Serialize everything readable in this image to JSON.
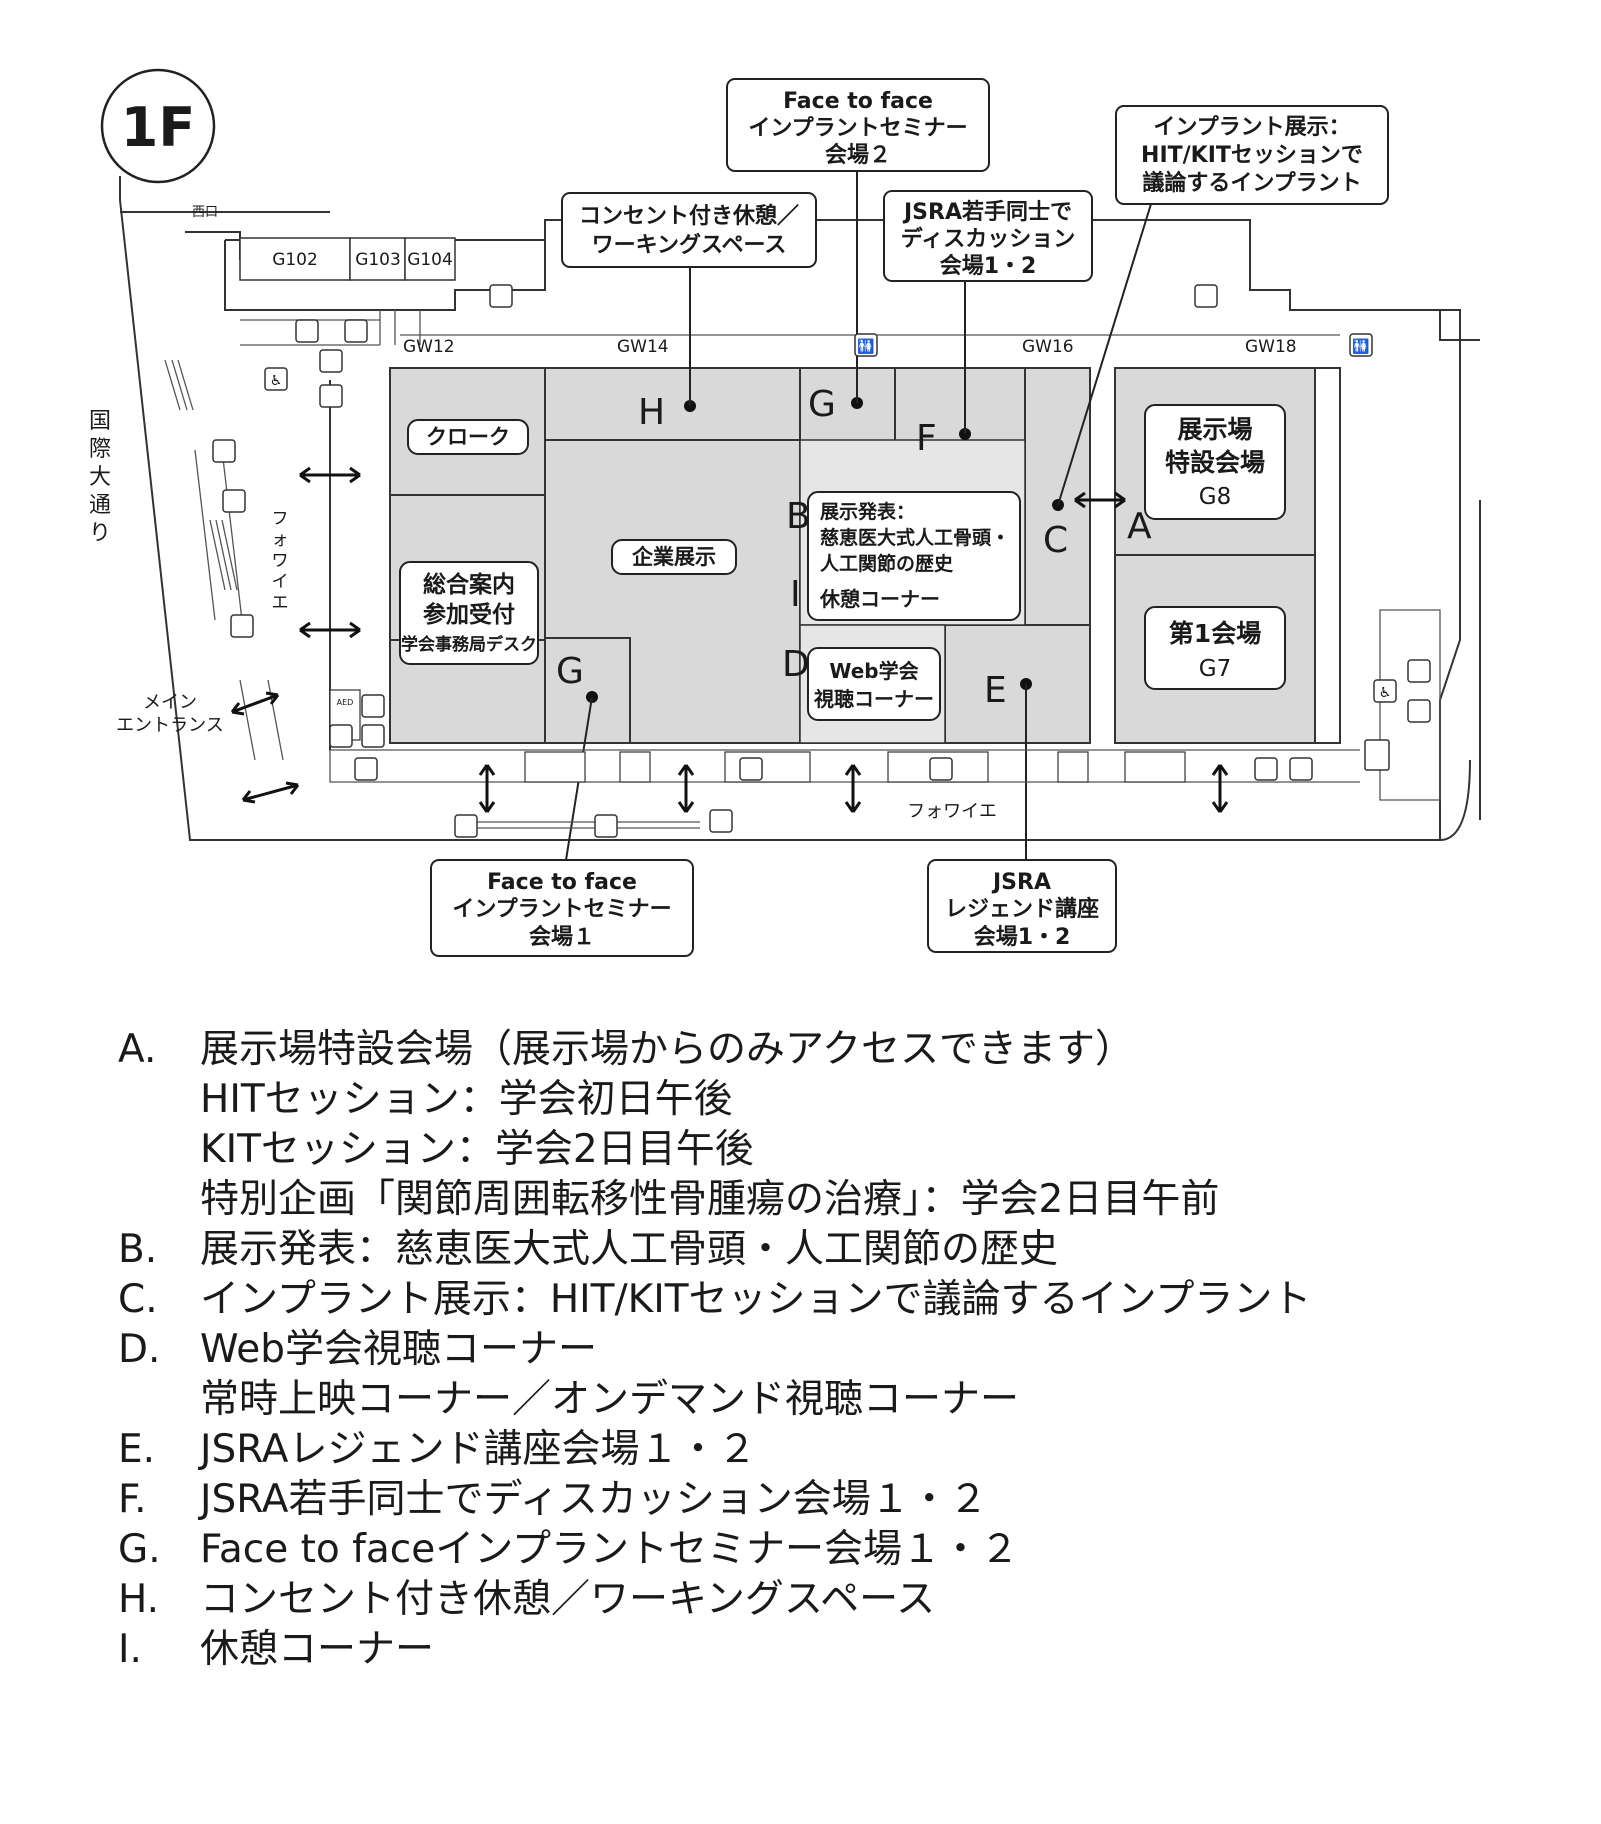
{
  "floor": "1F",
  "rooms": {
    "g102": "G102",
    "g103": "G103",
    "g104": "G104",
    "gw12": "GW12",
    "gw14": "GW14",
    "gw16": "GW16",
    "gw18": "GW18",
    "west_exit": "西口",
    "street": "国際大通り",
    "foyer_v": "フォワイエ",
    "foyer_h": "フォワイエ",
    "main_entrance_1": "メイン",
    "main_entrance_2": "エントランス",
    "aed": "AED"
  },
  "areas": {
    "cloak": "クローク",
    "info_1": "総合案内",
    "info_2": "参加受付",
    "info_3": "学会事務局デスク",
    "corporate": "企業展示",
    "exhibit_b_1": "展示発表：",
    "exhibit_b_2": "慈恵医大式人工骨頭・",
    "exhibit_b_3": "人工関節の歴史",
    "exhibit_b_4": "休憩コーナー",
    "web_1": "Web学会",
    "web_2": "視聴コーナー",
    "special_1": "展示場",
    "special_2": "特設会場",
    "special_3": "G8",
    "hall1_1": "第1会場",
    "hall1_2": "G7"
  },
  "markers": {
    "A": "A",
    "B": "B",
    "C": "C",
    "D": "D",
    "E": "E",
    "F": "F",
    "G_top": "G",
    "G_bottom": "G",
    "H": "H",
    "I": "I"
  },
  "callouts": {
    "g2": [
      "Face to face",
      "インプラントセミナー",
      "会場２"
    ],
    "h": [
      "コンセント付き休憩／",
      "ワーキングスペース"
    ],
    "f": [
      "JSRA若手同士で",
      "ディスカッション",
      "会場1・2"
    ],
    "c": [
      "インプラント展示：",
      "HIT/KITセッションで",
      "議論するインプラント"
    ],
    "g1": [
      "Face to face",
      "インプラントセミナー",
      "会場１"
    ],
    "e": [
      "JSRA",
      "レジェンド講座",
      "会場1・2"
    ]
  },
  "legend": [
    {
      "letter": "A.",
      "lines": [
        "展示場特設会場（展示場からのみアクセスできます）",
        "HITセッション：学会初日午後",
        "KITセッション：学会2日目午後",
        "特別企画「関節周囲転移性骨腫瘍の治療」：学会2日目午前"
      ]
    },
    {
      "letter": "B.",
      "lines": [
        "展示発表：慈恵医大式人工骨頭・人工関節の歴史"
      ]
    },
    {
      "letter": "C.",
      "lines": [
        "インプラント展示：HIT/KITセッションで議論するインプラント"
      ]
    },
    {
      "letter": "D.",
      "lines": [
        "Web学会視聴コーナー",
        "常時上映コーナー／オンデマンド視聴コーナー"
      ]
    },
    {
      "letter": "E.",
      "lines": [
        "JSRAレジェンド講座会場１・２"
      ]
    },
    {
      "letter": "F.",
      "lines": [
        "JSRA若手同士でディスカッション会場１・２"
      ]
    },
    {
      "letter": "G.",
      "lines": [
        "Face to faceインプラントセミナー会場１・２"
      ]
    },
    {
      "letter": "H.",
      "lines": [
        "コンセント付き休憩／ワーキングスペース"
      ]
    },
    {
      "letter": "I.",
      "lines": [
        "休憩コーナー"
      ]
    }
  ]
}
